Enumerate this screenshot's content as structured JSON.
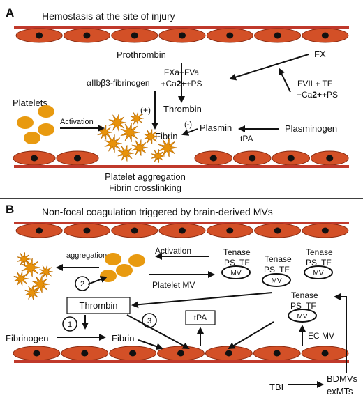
{
  "panel_a": {
    "letter": "A",
    "title": "Hemostasis at the site of injury",
    "prothrombin": "Prothrombin",
    "cofactor_1": "FXa+FVa",
    "cofactor_2": "+Ca2++PS",
    "fx": "FX",
    "fvii_tf": "FVII + TF",
    "fvii_cofactor": "+Ca2++PS",
    "integrin": "αIIbβ3-fibrinogen",
    "plus": "(+)",
    "thrombin": "Thrombin",
    "platelets": "Platelets",
    "activation": "Activation",
    "minus": "(-)",
    "plasmin": "Plasmin",
    "plasminogen": "Plasminogen",
    "fibrin": "Fibrin",
    "tpa": "tPA",
    "caption_1": "Platelet aggregation",
    "caption_2": "Fibrin crosslinking"
  },
  "panel_b": {
    "letter": "B",
    "title": "Non-focal coagulation triggered by brain-derived MVs",
    "aggregation": "aggregation",
    "activation": "Activation",
    "platelet_mv": "Platelet MV",
    "tenase": "Tenase",
    "ps": "PS",
    "tf": "TF",
    "mv": "MV",
    "thrombin": "Thrombin",
    "tpa": "tPA",
    "fibrinogen": "Fibrinogen",
    "fibrin": "Fibrin",
    "ec_mv": "EC MV",
    "tbi": "TBI",
    "bdmvs": "BDMVs",
    "exmts": "exMTs",
    "step_1": "1",
    "step_2": "2",
    "step_3": "3"
  },
  "colors": {
    "vessel_wall": "#c0392b",
    "endothelial_cell": "#d35027",
    "nucleus": "#111111",
    "platelet": "#e89a10",
    "aggregate": "#e8920a",
    "divider": "#000000"
  }
}
